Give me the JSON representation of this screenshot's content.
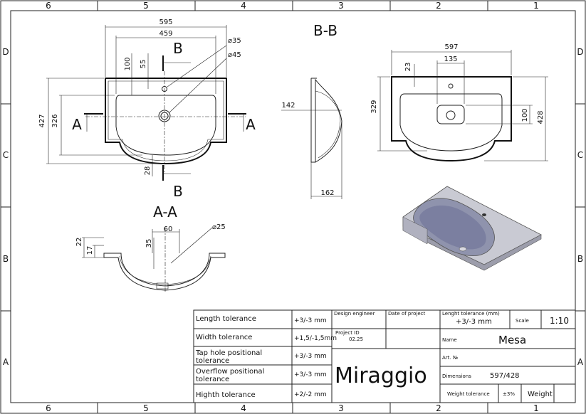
{
  "frame": {
    "columns": [
      "6",
      "5",
      "4",
      "3",
      "2",
      "1"
    ],
    "rows": [
      "D",
      "C",
      "B",
      "A"
    ]
  },
  "views": {
    "top": {
      "dims": [
        "595",
        "459",
        "100",
        "55",
        "⌀35",
        "⌀45",
        "427",
        "326",
        "28"
      ],
      "section_marks": [
        "B",
        "B",
        "A",
        "A"
      ]
    },
    "section_bb": {
      "title": "B-B",
      "dims": [
        "142",
        "162"
      ]
    },
    "section_aa": {
      "title": "A-A",
      "dims": [
        "60",
        "⌀25",
        "22",
        "17",
        "35"
      ]
    },
    "right": {
      "dims": [
        "597",
        "135",
        "23",
        "329",
        "100",
        "428"
      ]
    }
  },
  "title_block": {
    "tolerances": [
      {
        "label": "Length tolerance",
        "value": "+3/-3 mm"
      },
      {
        "label": "Width tolerance",
        "value": "+1,5/-1,5mm"
      },
      {
        "label_l1": "Tap hole positional",
        "label_l2": "tolerance",
        "value": "+3/-3 mm"
      },
      {
        "label_l1": "Overflow positional",
        "label_l2": "tolerance",
        "value": "+3/-3 mm"
      },
      {
        "label": "Highth tolerance",
        "value": "+2/-2 mm"
      }
    ],
    "design_engineer": "Design engineer",
    "date_of_project": "Date of project",
    "project_id_label": "Project ID",
    "project_id": "02.25",
    "brand": "Miraggio",
    "length_tol_label": "Lenght tolerance (mm)",
    "length_tol_value": "+3/-3 mm",
    "scale_label": "Scale",
    "scale_value": "1:10",
    "name_label": "Name",
    "name_value": "Mesa",
    "art_label": "Art. №",
    "dimensions_label": "Dimensions",
    "dimensions_value": "597/428",
    "weight_tol_label": "Weight tolerance",
    "weight_tol_value": "±3%",
    "weight_label": "Weight"
  }
}
